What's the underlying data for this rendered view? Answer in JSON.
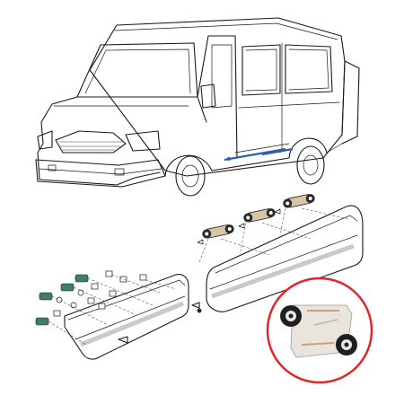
{
  "diagram": {
    "subject": "van",
    "parts": [
      "front-side-molding",
      "rear-side-molding",
      "mounting-clips",
      "clip-detail"
    ]
  },
  "colors": {
    "outline": "#1a1a1a",
    "molding_fill": "#e6e6e6",
    "molding_shade": "#c9c9c9",
    "clip_green": "#3f7f6a",
    "clip_tan": "#d9c4a6",
    "clip_dark": "#2a2a2a",
    "highlight_blue": "#2d5fae",
    "detail_circle": "#e0262b"
  }
}
